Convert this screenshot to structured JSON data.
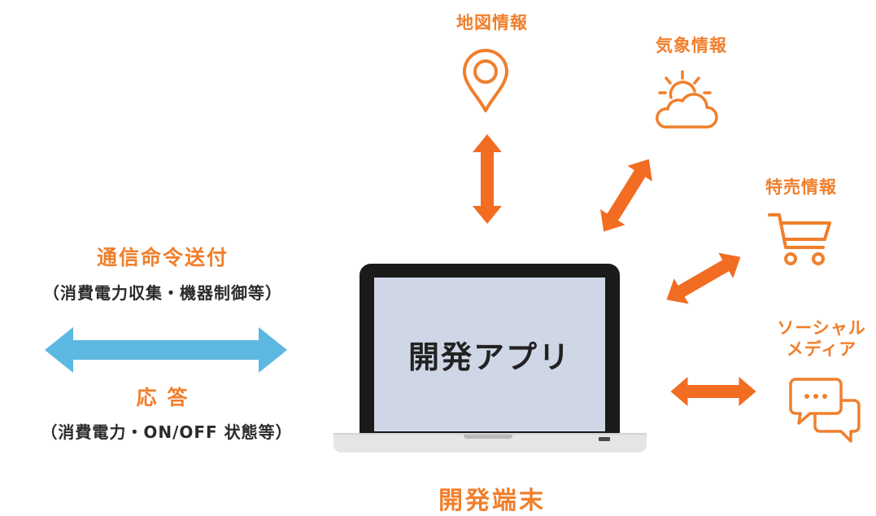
{
  "services": {
    "map": "地図情報",
    "weather": "気象情報",
    "sale": "特売情報",
    "social_line1": "ソーシャル",
    "social_line2": "メディア"
  },
  "left": {
    "command_title": "通信命令送付",
    "command_detail": "（消費電力収集・機器制御等）",
    "response_title": "応 答",
    "response_detail": "（消費電力・ON/OFF 状態等）"
  },
  "laptop": {
    "screen_text": "開発アプリ",
    "caption": "開発端末"
  },
  "colors": {
    "accent": "#f07f2c",
    "arrow_orange": "#f26c22",
    "arrow_blue": "#5cb8e0",
    "screen": "#cfd6e6",
    "laptop_frame": "#1a1a1a",
    "laptop_base": "#e5e5e5"
  },
  "icons": [
    "map-pin-icon",
    "weather-icon",
    "shopping-cart-icon",
    "chat-bubbles-icon"
  ]
}
